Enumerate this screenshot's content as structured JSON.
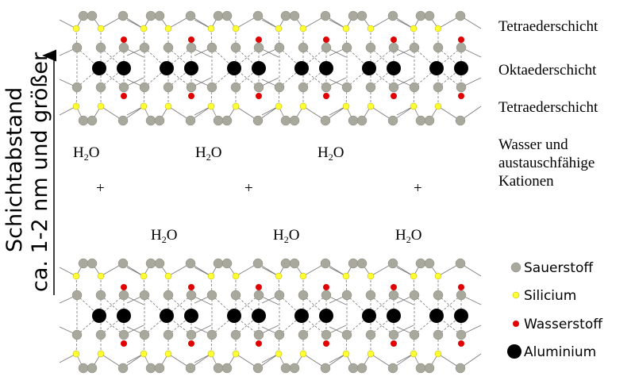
{
  "axis": {
    "line1": "Schichtabstand",
    "line2": "ca. 1-2 nm und größer"
  },
  "layer_labels": {
    "tetra_top": "Tetraederschicht",
    "okta": "Oktaederschicht",
    "tetra_bottom": "Tetraederschicht"
  },
  "interlayer_label": [
    "Wasser und",
    "austauschfähige",
    "Kationen"
  ],
  "water": {
    "h": "H",
    "sub": "2",
    "o": "O"
  },
  "plus": "+",
  "legend": [
    {
      "label": "Sauerstoff",
      "color": "#a8a89c"
    },
    {
      "label": "Silicium",
      "color": "#ffff33"
    },
    {
      "label": "Wasserstoff",
      "color": "#e00000"
    },
    {
      "label": "Aluminium",
      "color": "#000000"
    }
  ]
}
